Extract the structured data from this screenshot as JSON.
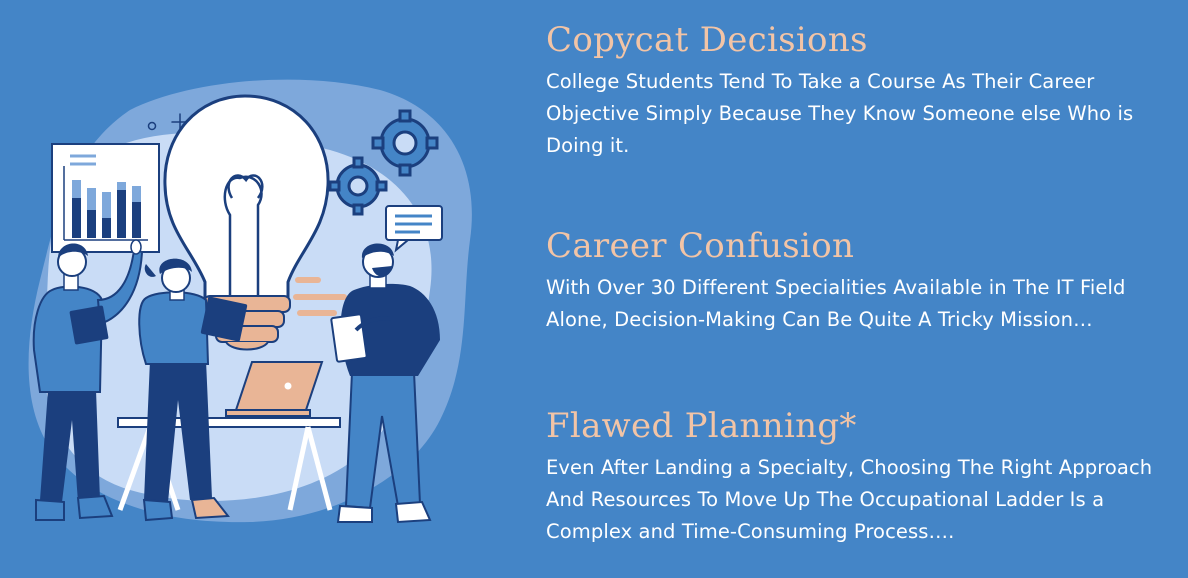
{
  "sections": [
    {
      "heading": "Copycat Decisions",
      "body": "College Students Tend To Take a Course As Their Career Objective Simply Because They Know Someone else Who is Doing it."
    },
    {
      "heading": "Career Confusion",
      "body": "With Over 30 Different Specialities Available in The IT Field Alone, Decision-Making Can Be Quite A Tricky Mission…"
    },
    {
      "heading": "Flawed Planning*",
      "body": "Even After Landing a Specialty, Choosing The Right Approach And Resources To Move Up The Occupational Ladder Is a Complex and Time-Consuming Process…."
    }
  ],
  "colors": {
    "background": "#4485c7",
    "heading": "#f2c4a6",
    "body_text": "#ffffff",
    "navy": "#1b3f7e",
    "light_blob": "#c9dcf6",
    "mid_blob": "#7ea8db",
    "skin": "#e9b596"
  },
  "icons": [
    "lightbulb-icon",
    "gear-icon",
    "chart-board-icon",
    "speech-bubble-icon",
    "laptop-icon"
  ]
}
